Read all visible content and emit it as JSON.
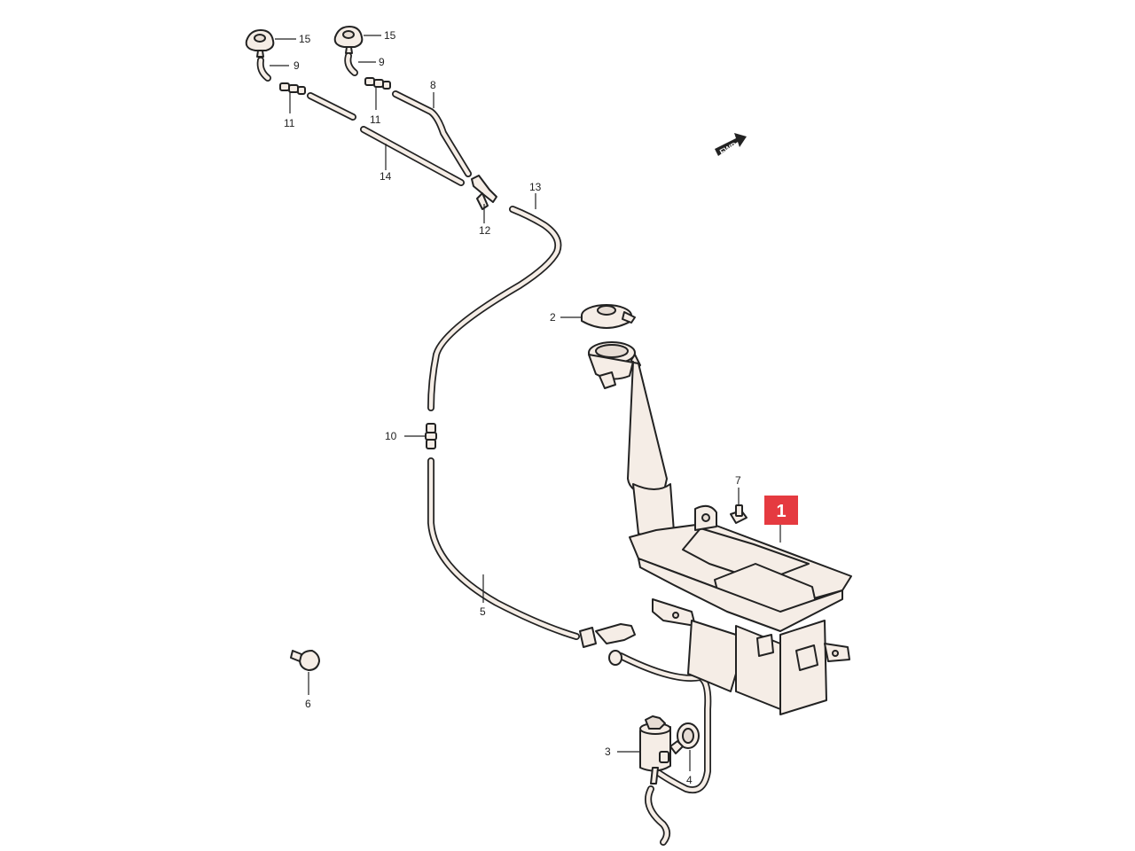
{
  "callouts": {
    "c1": "1",
    "c2": "2",
    "c3": "3",
    "c4": "4",
    "c5": "5",
    "c6": "6",
    "c7": "7",
    "c8": "8",
    "c9a": "9",
    "c9b": "9",
    "c10": "10",
    "c11a": "11",
    "c11b": "11",
    "c12": "12",
    "c13": "13",
    "c14": "14",
    "c15a": "15",
    "c15b": "15"
  },
  "highlight": {
    "label": "1",
    "color": "#e53a40"
  },
  "direction_badge": {
    "text": "FWD"
  },
  "icons": [
    "forward-arrow-icon"
  ]
}
